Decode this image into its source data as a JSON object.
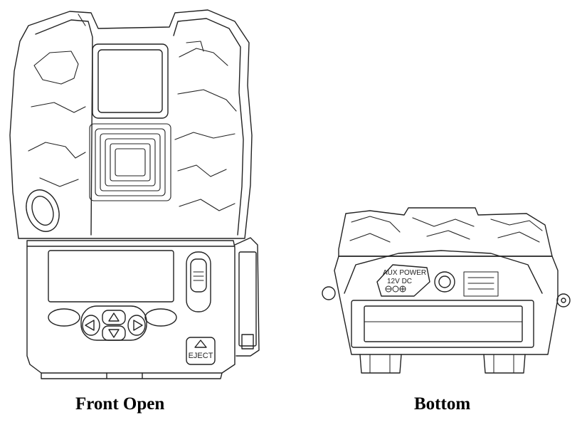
{
  "captions": {
    "front": "Front Open",
    "bottom": "Bottom"
  },
  "front_view": {
    "eject_label": "EJECT"
  },
  "bottom_view": {
    "aux_power_label": "AUX POWER",
    "voltage_label": "12V DC"
  }
}
